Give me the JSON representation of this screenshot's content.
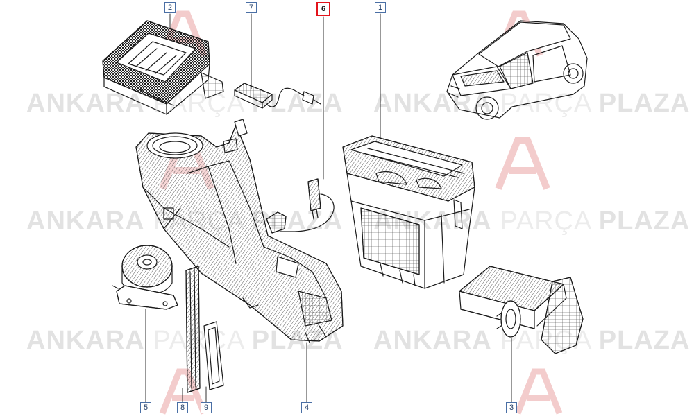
{
  "watermark": {
    "part1": "ANKARA",
    "part2": " PARÇA ",
    "part3": "PLAZA"
  },
  "callouts": [
    {
      "id": "c2",
      "label": "2",
      "highlight": false
    },
    {
      "id": "c7",
      "label": "7",
      "highlight": false
    },
    {
      "id": "c6",
      "label": "6",
      "highlight": true
    },
    {
      "id": "c1",
      "label": "1",
      "highlight": false
    },
    {
      "id": "c5",
      "label": "5",
      "highlight": false
    },
    {
      "id": "c8",
      "label": "8",
      "highlight": false
    },
    {
      "id": "c9",
      "label": "9",
      "highlight": false
    },
    {
      "id": "c4",
      "label": "4",
      "highlight": false
    },
    {
      "id": "c3",
      "label": "3",
      "highlight": false
    }
  ],
  "colors": {
    "line": "#1a1a1a",
    "callout_border": "#4a6fa5",
    "highlight": "#e3131b",
    "watermark": "#e2e2e2",
    "logo": "#f3c6c6"
  }
}
